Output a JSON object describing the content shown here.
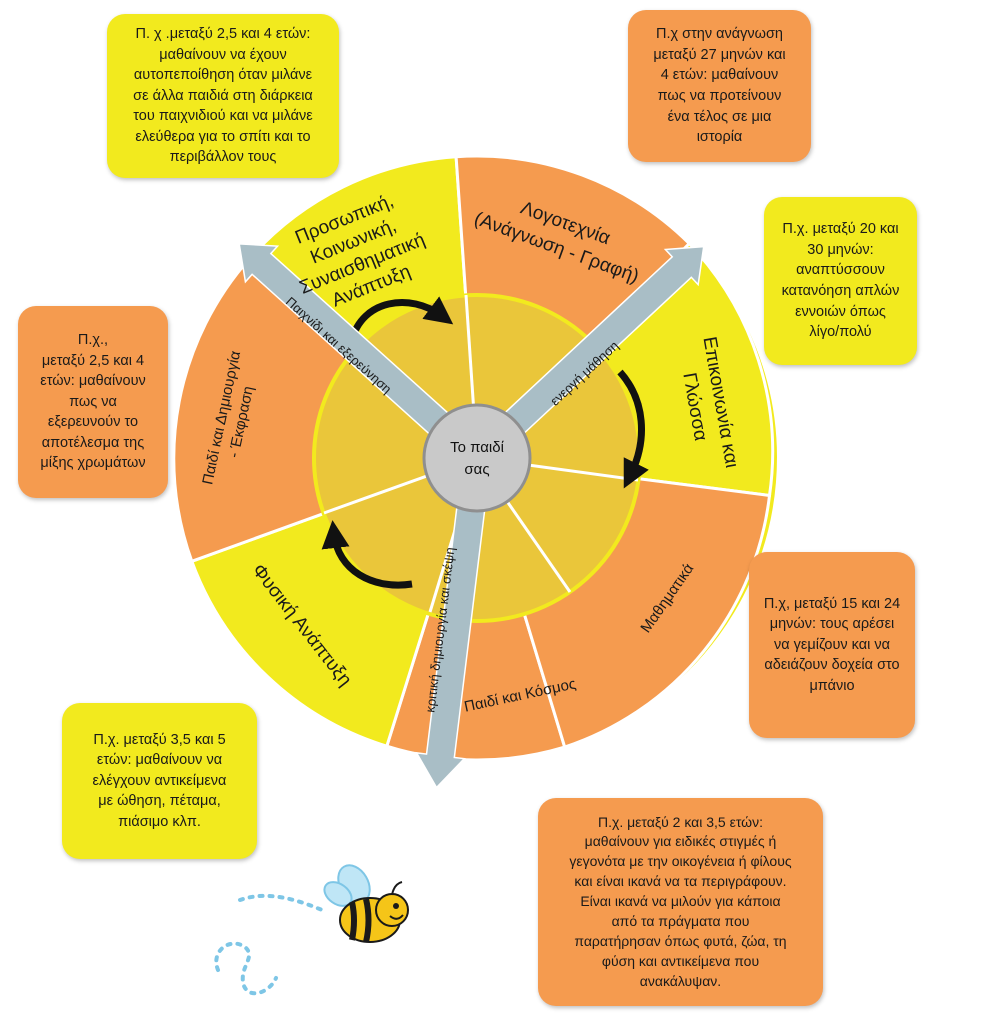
{
  "center": {
    "label_line1": "Το παιδί",
    "label_line2": "σας"
  },
  "segments": {
    "personal": {
      "line1": "Προσωπική,",
      "line2": "Κοινωνική,",
      "line3": "Συναισθηματική",
      "line4": "Ανάπτυξη"
    },
    "literacy": {
      "line1": "Λογοτεχνία",
      "line2": "(Ανάγνωση - Γραφή)"
    },
    "communication": {
      "line1": "Επικοινωνία και",
      "line2": "Γλώσσα"
    },
    "maths": {
      "line1": "Μαθηματικά"
    },
    "world": {
      "line1": "Παιδί και Κόσμος"
    },
    "physical": {
      "line1": "Φυσική Ανάπτυξη"
    },
    "arts": {
      "line1": "Παιδί και Δημιουργία",
      "line2": "- Έκφραση"
    }
  },
  "arrows": {
    "play": "Παιχνίδι και εξερεύνηση",
    "active": "ενεργή μάθηση",
    "critical": "κριτική δημιουργία και σκέψη"
  },
  "examples": {
    "personal": "Π. χ .μεταξύ 2,5 και 4 ετών:\nμαθαίνουν να έχουν\nαυτοπεποίθηση όταν μιλάνε\nσε άλλα παιδιά στη διάρκεια\nτου παιχνιδιού και να μιλάνε\nελεύθερα για το σπίτι και το\nπεριβάλλον τους",
    "literacy": "Π.χ στην ανάγνωση\nμεταξύ 27 μηνών και\n4 ετών: μαθαίνουν\nπως να προτείνουν\nένα τέλος σε μια\nιστορία",
    "communication": "Π.χ. μεταξύ 20 και\n30 μηνών:\nαναπτύσσουν\nκατανόηση απλών\nεννοιών όπως\nλίγο/πολύ",
    "arts": "Π.χ.,\nμεταξύ 2,5 και 4\nετών: μαθαίνουν\nπως να\nεξερευνούν το\nαποτέλεσμα της\nμίξης χρωμάτων",
    "maths": "Π.χ, μεταξύ 15 και 24\nμηνών: τους αρέσει\nνα γεμίζουν και να\nαδειάζουν δοχεία στο\nμπάνιο",
    "physical": "Π.χ. μεταξύ 3,5 και 5\nετών: μαθαίνουν να\nελέγχουν αντικείμενα\nμε ώθηση, πέταμα,\nπιάσιμο κλπ.",
    "world": "Π.χ. μεταξύ 2 και 3,5 ετών:\nμαθαίνουν για ειδικές στιγμές ή\nγεγονότα με την οικογένεια ή φίλους\nκαι είναι ικανά να τα περιγράφουν.\nΕίναι ικανά να μιλούν για κάποια\nαπό τα πράγματα που\nπαρατήρησαν όπως φυτά, ζώα, τη\nφύση και αντικείμενα που\nανακάλυψαν."
  },
  "colors": {
    "yellow": "#f2ea1e",
    "orange": "#f59b4f",
    "inner_ring": "#eac63a",
    "arrow": "#a9bec6",
    "center": "#c9c9c9"
  }
}
